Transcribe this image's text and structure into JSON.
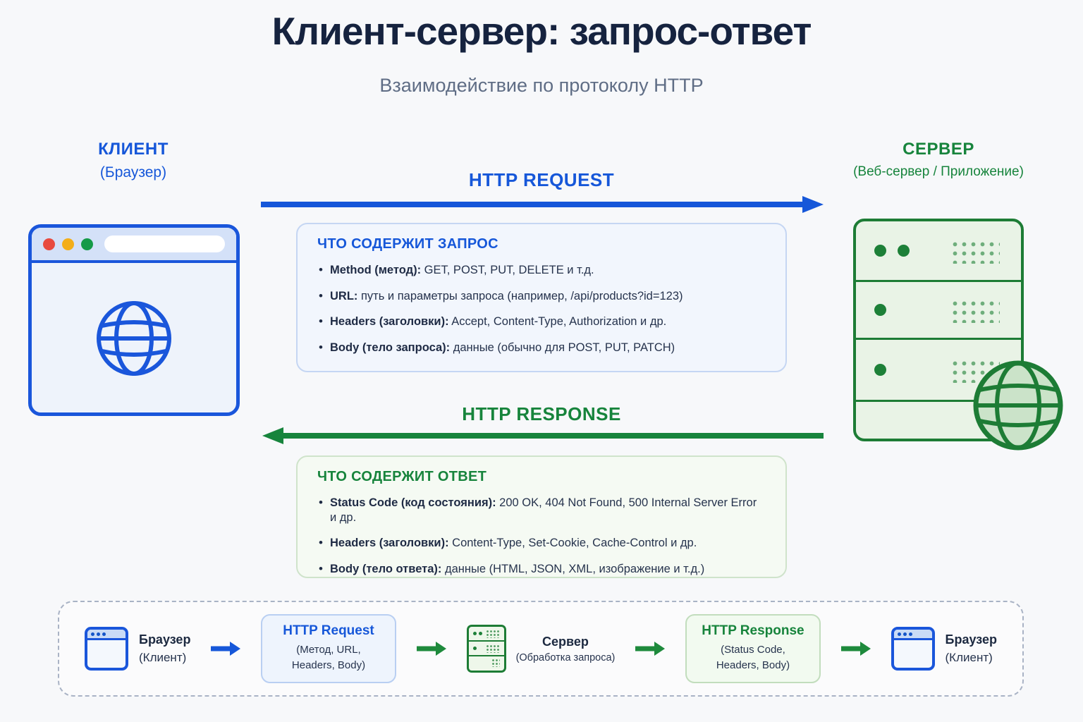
{
  "page": {
    "title": "Клиент-сервер: запрос-ответ",
    "subtitle": "Взаимодействие по протоколу HTTP"
  },
  "client": {
    "title": "КЛИЕНТ",
    "subtitle": "(Браузер)"
  },
  "server": {
    "title": "СЕРВЕР",
    "subtitle": "(Веб-сервер / Приложение)"
  },
  "request": {
    "arrow_label": "HTTP REQUEST",
    "box_title": "ЧТО СОДЕРЖИТ ЗАПРОС",
    "items": [
      {
        "term": "Method (метод):",
        "desc": " GET, POST, PUT, DELETE и т.д."
      },
      {
        "term": "URL:",
        "desc": " путь и параметры запроса (например, /api/products?id=123)"
      },
      {
        "term": "Headers (заголовки):",
        "desc": " Accept, Content-Type, Authorization и др."
      },
      {
        "term": "Body (тело запроса):",
        "desc": " данные (обычно для POST, PUT, PATCH)"
      }
    ]
  },
  "response": {
    "arrow_label": "HTTP RESPONSE",
    "box_title": "ЧТО СОДЕРЖИТ ОТВЕТ",
    "items": [
      {
        "term": "Status Code (код состояния):",
        "desc": " 200 OK, 404 Not Found, 500 Internal Server Error и др."
      },
      {
        "term": "Headers (заголовки):",
        "desc": " Content-Type, Set-Cookie, Cache-Control и др."
      },
      {
        "term": "Body (тело ответа):",
        "desc": " данные (HTML, JSON, XML, изображение и т.д.)"
      }
    ]
  },
  "flow": {
    "browser_start": {
      "line1": "Браузер",
      "line2": "(Клиент)"
    },
    "request_box": {
      "title": "HTTP Request",
      "line1": "(Метод, URL,",
      "line2": "Headers, Body)"
    },
    "server_node": {
      "line1": "Сервер",
      "line2": "(Обработка запроса)"
    },
    "response_box": {
      "title": "HTTP Response",
      "line1": "(Status Code,",
      "line2": "Headers, Body)"
    },
    "browser_end": {
      "line1": "Браузер",
      "line2": "(Клиент)"
    }
  },
  "colors": {
    "blue": "#1657d9",
    "green": "#17843c",
    "title_navy": "#16233f",
    "traffic_red": "#e84a3f",
    "traffic_yellow": "#f3ae19",
    "traffic_green": "#159a47"
  },
  "icons": [
    "browser-window-icon",
    "globe-icon",
    "server-rack-icon",
    "request-arrow-icon",
    "response-arrow-icon"
  ]
}
